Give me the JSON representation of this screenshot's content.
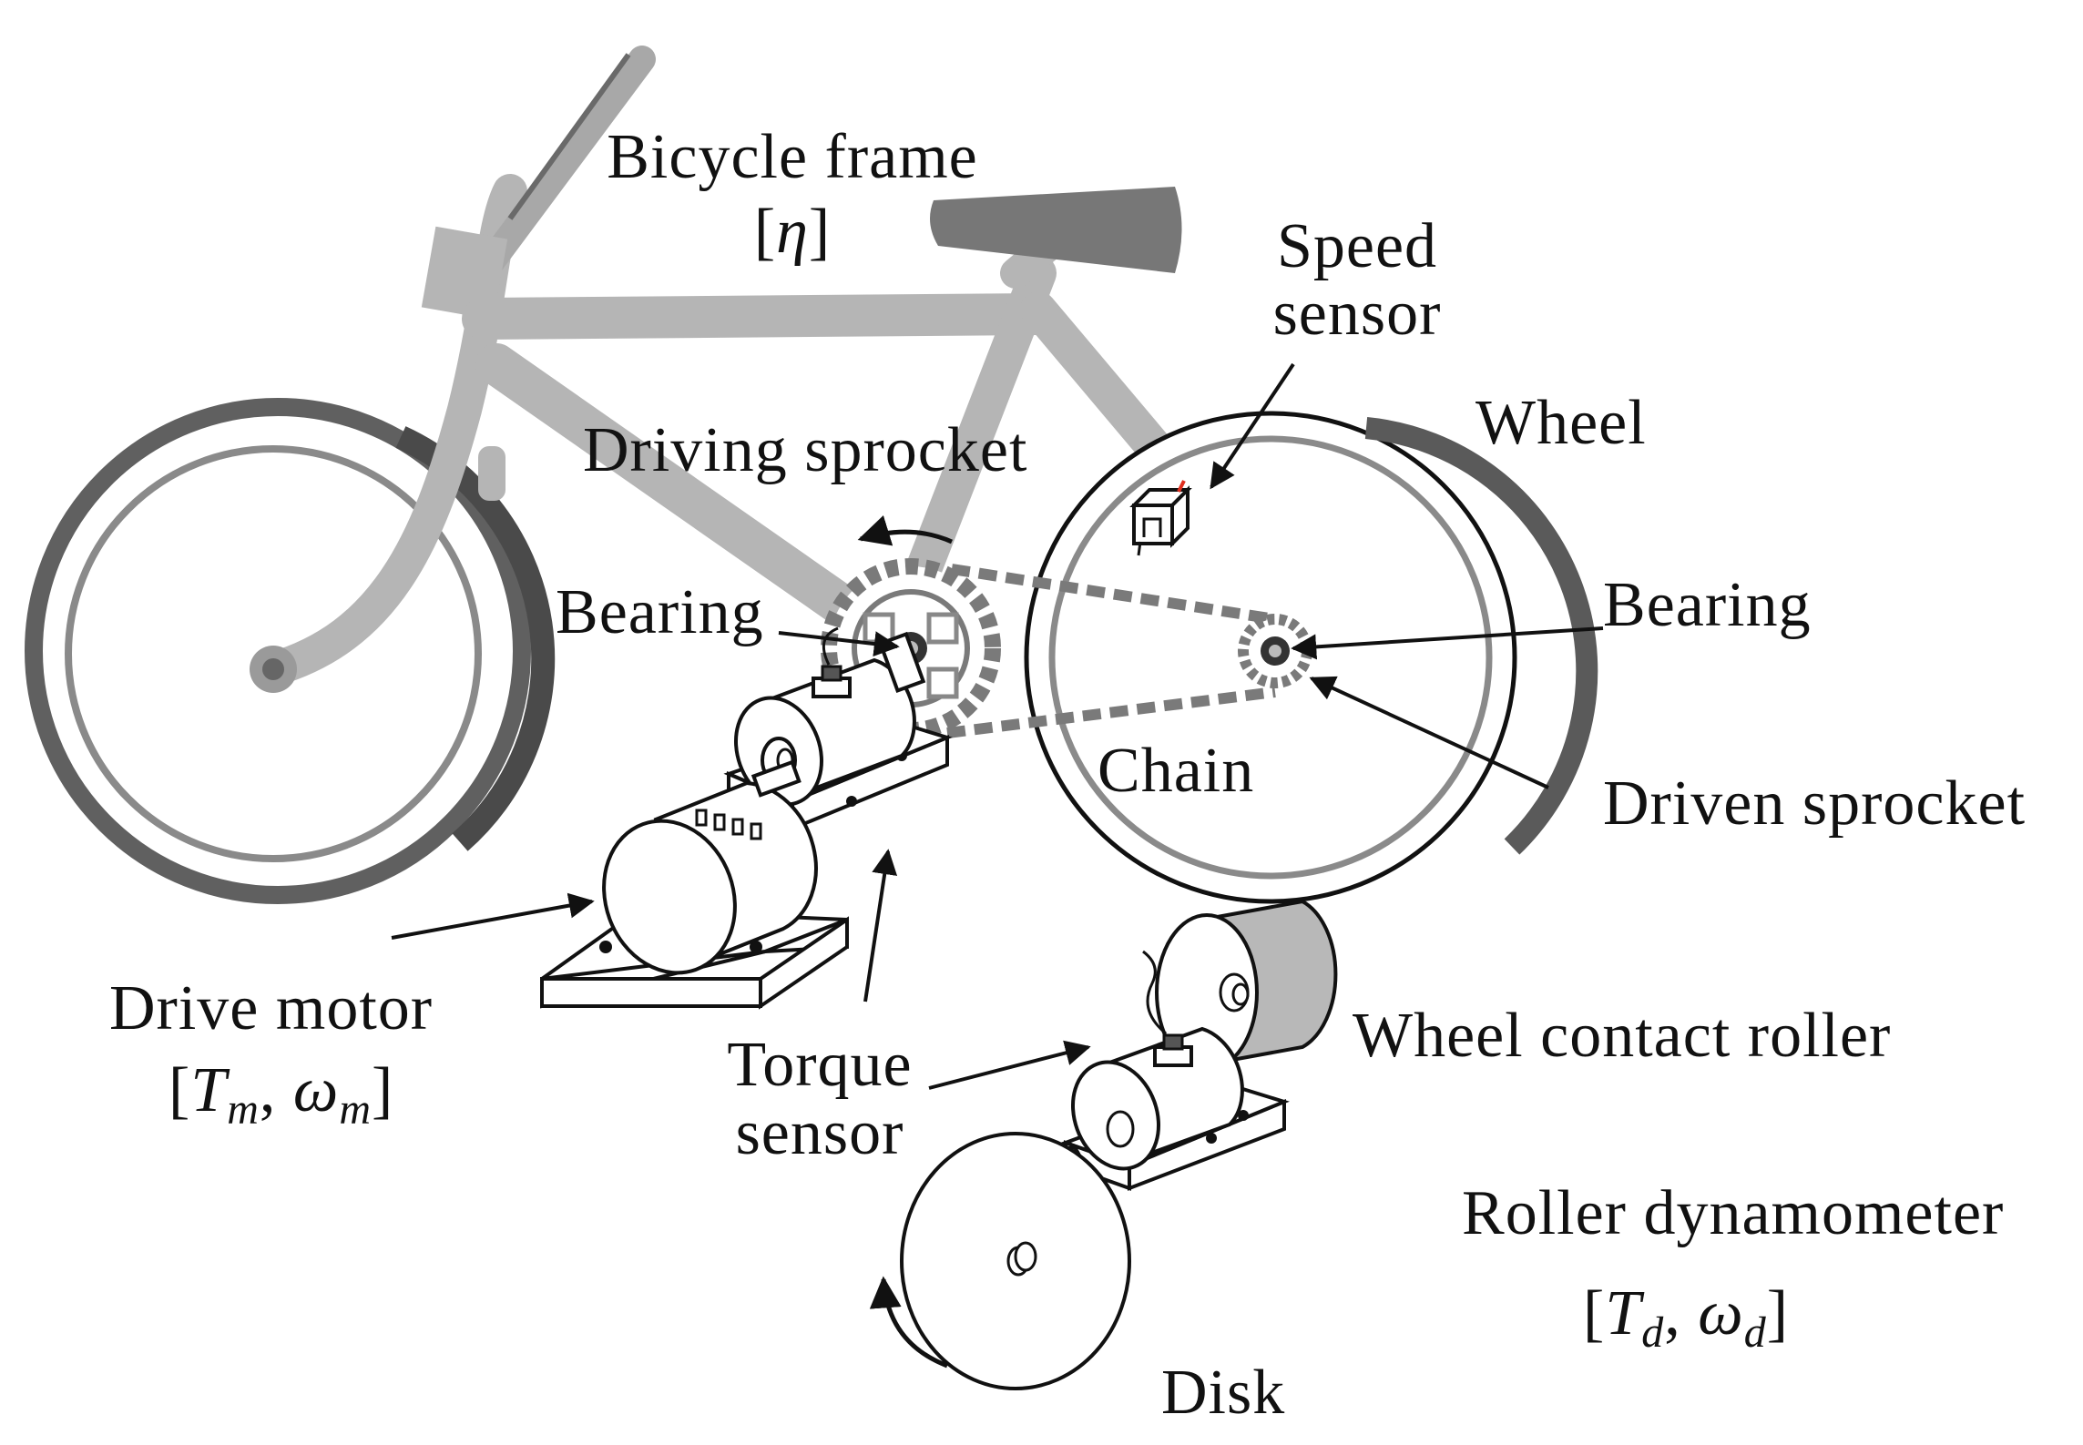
{
  "labels": {
    "bicycle_frame": "Bicycle frame",
    "eta": "η",
    "speed_sensor_line1": "Speed",
    "speed_sensor_line2": "sensor",
    "wheel": "Wheel",
    "driving_sprocket": "Driving sprocket",
    "bearing_left": "Bearing",
    "bearing_right": "Bearing",
    "chain": "Chain",
    "driven_sprocket": "Driven sprocket",
    "drive_motor": "Drive motor",
    "torque_sensor_line1": "Torque",
    "torque_sensor_line2": "sensor",
    "wheel_contact_roller": "Wheel contact roller",
    "roller_dynamometer": "Roller dynamometer",
    "disk": "Disk"
  },
  "symbols": {
    "T": "T",
    "omega": "ω",
    "m": "m",
    "d": "d"
  },
  "colors": {
    "frame": "#b5b5b5",
    "frame_dark": "#8c8c8c",
    "tire": "#5a5a5a",
    "rim": "#8a8a8a",
    "sprocket": "#7a7a7a",
    "chain": "#7a7a7a",
    "outline": "#111111",
    "roller_shade": "#b8b8b8",
    "sensor_accent": "#e03020"
  }
}
